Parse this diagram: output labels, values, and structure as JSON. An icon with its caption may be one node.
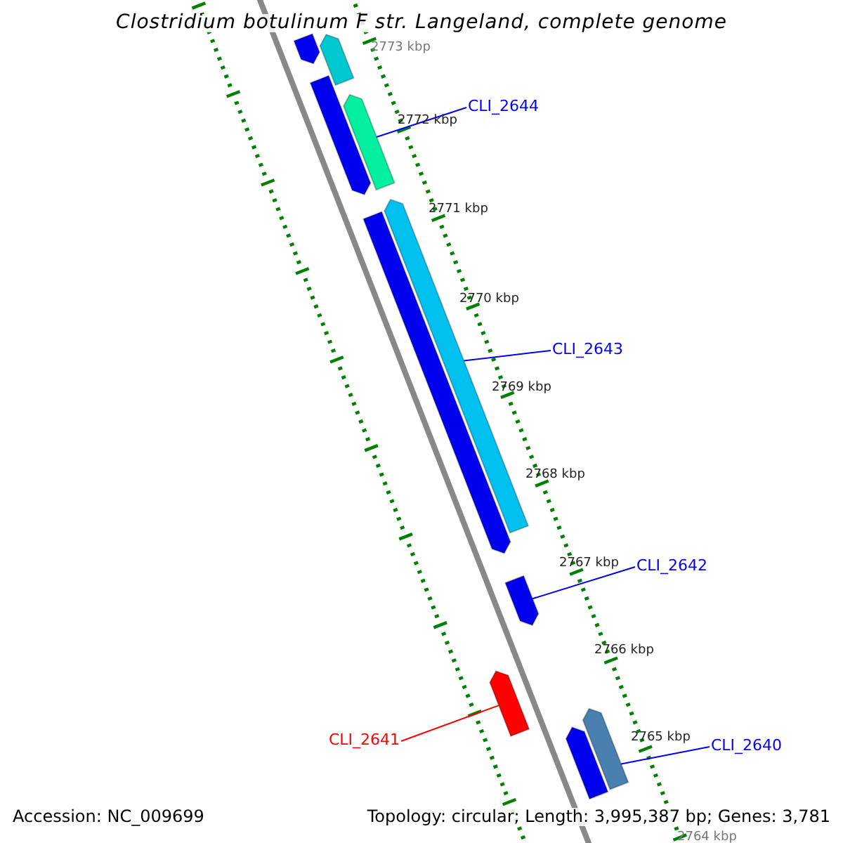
{
  "diagram": {
    "title": "Clostridium botulinum F str. Langeland, complete genome",
    "nodes": [
      {
        "text": [
          "CLI_2644"
        ]
      },
      {
        "text": [],
        "shape": "bar"
      },
      {
        "text": [
          "CLI_2643"
        ]
      },
      {
        "text": [],
        "shape": "bar"
      },
      {
        "text": [
          "CLI_2642"
        ]
      },
      {
        "text": [],
        "shape": "bar"
      },
      {
        "text": [
          "CLI_2641"
        ]
      },
      {
        "text": [],
        "shape": "bar"
      },
      {
        "text": [
          "CLI_2640"
        ]
      },
      {
        "text": [],
        "shape": "bar"
      },
      {
        "text": [],
        "shape": "bar"
      },
      {
        "text": [],
        "shape": "bar"
      },
      {
        "text": [],
        "shape": "bar"
      },
      {
        "text": [],
        "shape": "bar"
      },
      {
        "text": [],
        "shape": "bar"
      }
    ],
    "edges": [
      {
        "from": 0,
        "to": 1,
        "arrow": "none"
      },
      {
        "from": 2,
        "to": 3,
        "arrow": "none"
      },
      {
        "from": 4,
        "to": 5,
        "arrow": "none"
      },
      {
        "from": 6,
        "to": 7,
        "arrow": "none",
        "color": "#ff0000"
      },
      {
        "from": 8,
        "to": 9,
        "arrow": "none"
      }
    ],
    "labels": [
      "2773 kbp",
      "2772 kbp",
      "2771 kbp",
      "2770 kbp",
      "2769 kbp",
      "2768 kbp",
      "2767 kbp",
      "2766 kbp",
      "2765 kbp",
      "2764 kbp",
      "Accession: NC_009699",
      "Topology: circular; Length: 3,995,387 bp; Genes: 3,781"
    ]
  }
}
